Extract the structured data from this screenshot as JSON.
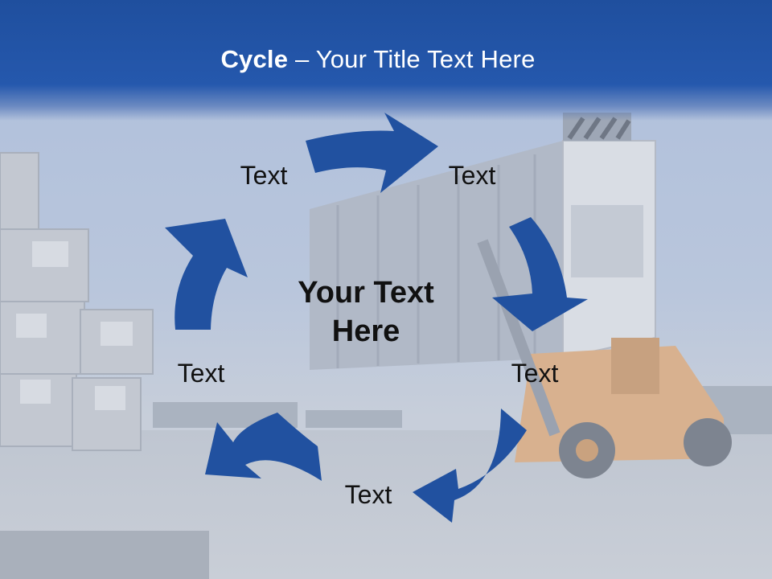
{
  "slide": {
    "title_bold": "Cycle",
    "title_rest": " – Your Title Text Here",
    "center_text": "Your Text Here",
    "nodes": [
      {
        "label": "Text"
      },
      {
        "label": "Text"
      },
      {
        "label": "Text"
      },
      {
        "label": "Text"
      },
      {
        "label": "Text"
      }
    ]
  },
  "colors": {
    "title_band": "#2558ad",
    "arrow_fill": "#2151a0",
    "text": "#111111",
    "title_text": "#ffffff"
  },
  "background": {
    "description_icon": "container-port-photo"
  }
}
